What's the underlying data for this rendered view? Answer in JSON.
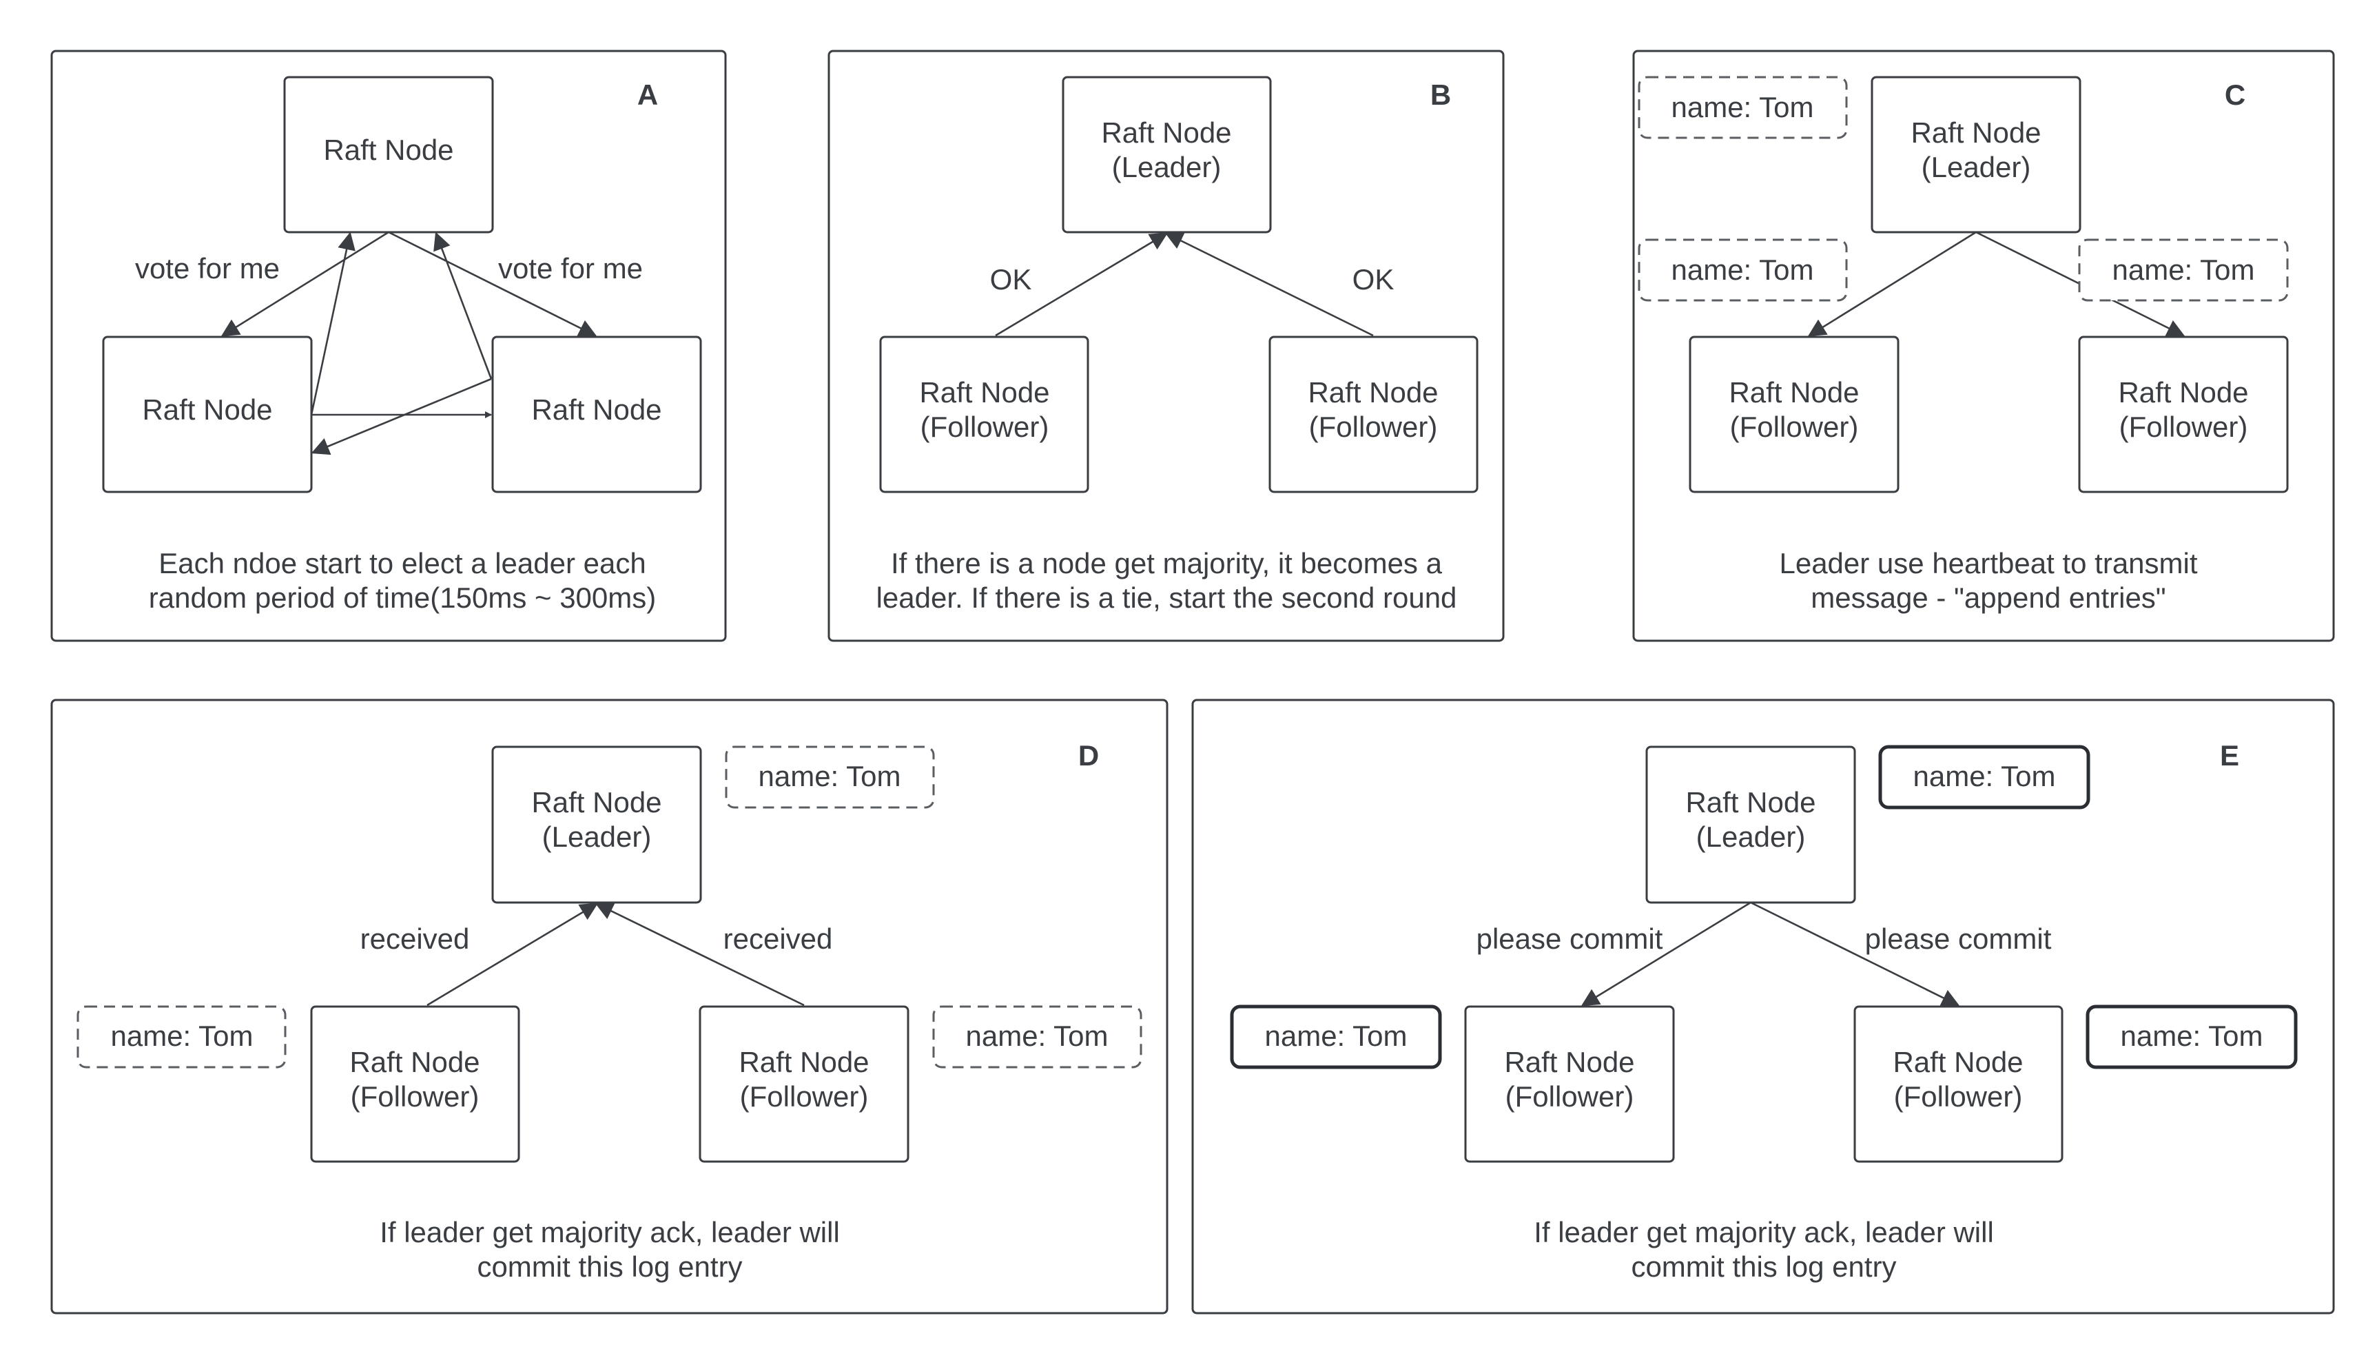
{
  "panels": {
    "a": {
      "letter": "A",
      "nodes": [
        "Raft Node",
        "Raft Node",
        "Raft Node"
      ],
      "edge_labels": [
        "vote for me",
        "vote for me"
      ],
      "caption": [
        "Each ndoe start to elect a leader each",
        "random period of time(150ms ~ 300ms)"
      ]
    },
    "b": {
      "letter": "B",
      "leader": [
        "Raft Node",
        "(Leader)"
      ],
      "follower_left": [
        "Raft Node",
        "(Follower)"
      ],
      "follower_right": [
        "Raft Node",
        "(Follower)"
      ],
      "edge_labels": [
        "OK",
        "OK"
      ],
      "caption": [
        "If there is a node get majority, it becomes a",
        "leader. If there is a tie, start the second round"
      ]
    },
    "c": {
      "letter": "C",
      "leader": [
        "Raft Node",
        "(Leader)"
      ],
      "follower_left": [
        "Raft Node",
        "(Follower)"
      ],
      "follower_right": [
        "Raft Node",
        "(Follower)"
      ],
      "logs": [
        "name: Tom",
        "name: Tom",
        "name: Tom"
      ],
      "caption": [
        "Leader use heartbeat to transmit",
        "message - \"append entries\""
      ]
    },
    "d": {
      "letter": "D",
      "leader": [
        "Raft Node",
        "(Leader)"
      ],
      "follower_left": [
        "Raft Node",
        "(Follower)"
      ],
      "follower_right": [
        "Raft Node",
        "(Follower)"
      ],
      "logs": [
        "name: Tom",
        "name: Tom",
        "name: Tom"
      ],
      "edge_labels": [
        "received",
        "received"
      ],
      "caption": [
        "If leader get majority ack, leader will",
        "commit this log entry"
      ]
    },
    "e": {
      "letter": "E",
      "leader": [
        "Raft Node",
        "(Leader)"
      ],
      "follower_left": [
        "Raft Node",
        "(Follower)"
      ],
      "follower_right": [
        "Raft Node",
        "(Follower)"
      ],
      "logs": [
        "name: Tom",
        "name: Tom",
        "name: Tom"
      ],
      "edge_labels": [
        "please commit",
        "please commit"
      ],
      "caption": [
        "If leader get majority ack, leader will",
        "commit this log entry"
      ]
    }
  }
}
